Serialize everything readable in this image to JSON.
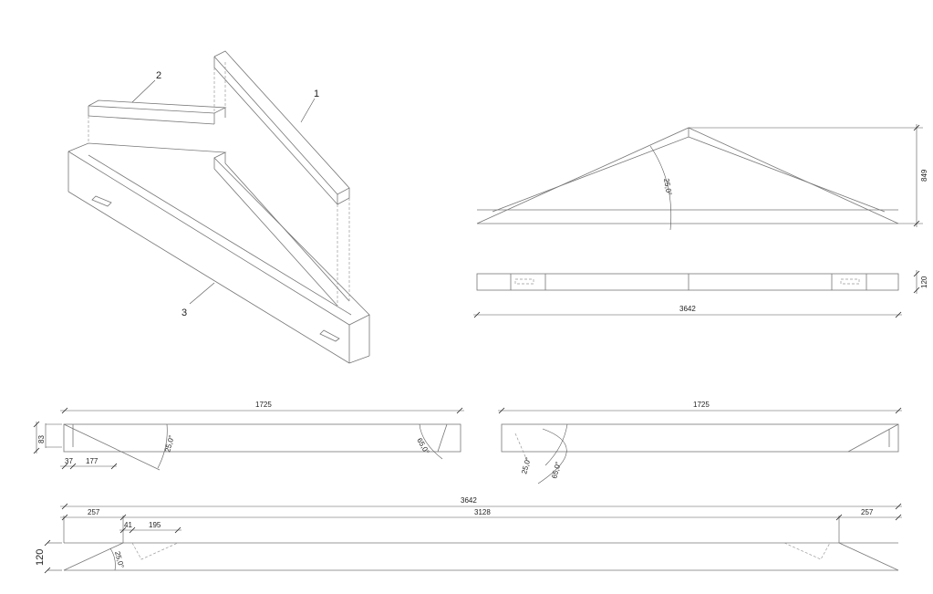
{
  "isometric": {
    "part_labels": [
      "1",
      "2",
      "3"
    ]
  },
  "elevation": {
    "height": "849",
    "angle": "25,0°"
  },
  "plan": {
    "width": "120",
    "length": "3642"
  },
  "part2_left": {
    "length": "1725",
    "height": "83",
    "offset": "37",
    "notch": "177",
    "angle_a": "25,0°",
    "angle_b": "65,0°"
  },
  "part2_right": {
    "length": "1725",
    "angle_a": "25,0°",
    "angle_b": "65,0°"
  },
  "part3": {
    "total": "3642",
    "inner": "3128",
    "end_left": "257",
    "end_right": "257",
    "notch_offset": "41",
    "notch_len": "195",
    "angle": "25,0°",
    "height": "120"
  }
}
